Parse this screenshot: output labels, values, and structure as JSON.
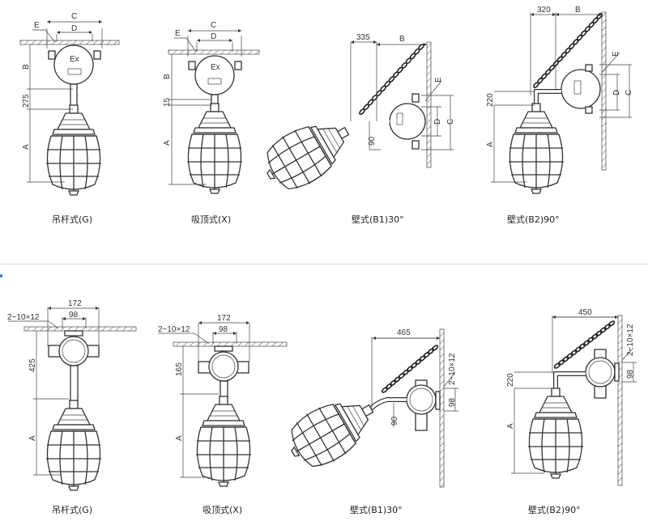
{
  "top_row": {
    "fig1": {
      "caption": "吊杆式(G)",
      "C": "C",
      "D": "D",
      "E": "E",
      "B": "B",
      "rod": "275",
      "A": "A"
    },
    "fig2": {
      "caption": "吸顶式(X)",
      "C": "C",
      "D": "D",
      "E": "E",
      "B": "B",
      "gap": "15",
      "A": "A"
    },
    "fig3": {
      "caption": "壁式(B1)30°",
      "offset": "335",
      "B": "B",
      "E": "E",
      "D": "D",
      "C": "C",
      "angle_dim": "90"
    },
    "fig4": {
      "caption": "壁式(B2)90°",
      "offset": "320",
      "B": "B",
      "E": "E",
      "D": "D",
      "C": "C",
      "drop": "220",
      "A": "A"
    }
  },
  "bottom_row": {
    "fig1": {
      "caption": "吊杆式(G)",
      "width": "172",
      "hole_spacing": "98",
      "holes": "2−10×12",
      "height": "425",
      "A": "A"
    },
    "fig2": {
      "caption": "吸顶式(X)",
      "width": "172",
      "hole_spacing": "98",
      "holes": "2−10×12",
      "height": "165",
      "A": "A"
    },
    "fig3": {
      "caption": "壁式(B1)30°",
      "reach": "465",
      "holes": "2−10×12",
      "hole_spacing": "98",
      "angle_dim": "90"
    },
    "fig4": {
      "caption": "壁式(B2)90°",
      "reach": "450",
      "holes": "2−10×12",
      "hole_spacing": "98",
      "drop": "220",
      "A": "A"
    }
  },
  "box_label": "Ex"
}
